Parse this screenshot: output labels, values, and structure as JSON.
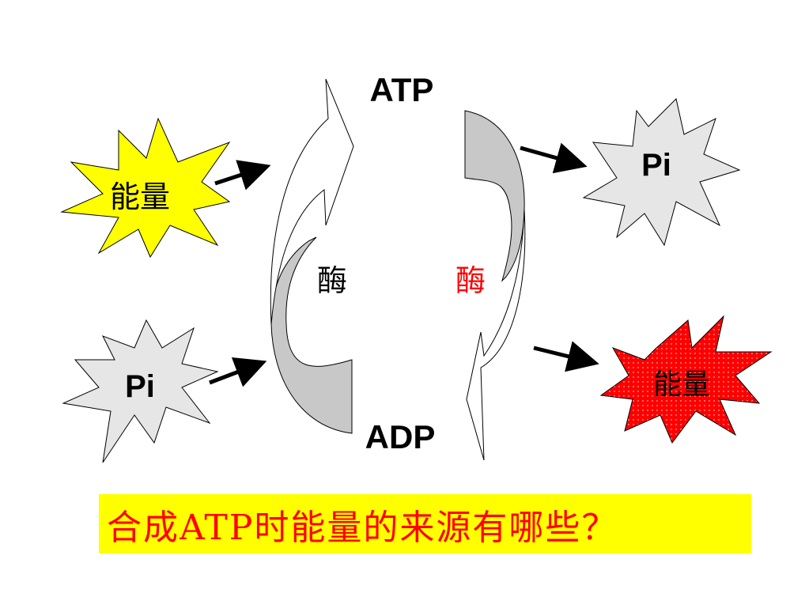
{
  "labels": {
    "atp": "ATP",
    "adp": "ADP",
    "enzyme_left": "酶",
    "enzyme_right": "酶",
    "energy_in": "能量",
    "pi_in": "Pi",
    "pi_out": "Pi",
    "energy_out": "能量"
  },
  "question": "合成ATP时能量的来源有哪些？",
  "colors": {
    "energy_in_fill": "#ffff00",
    "energy_out_fill": "#ff0000",
    "pi_fill": "#e6e6e6",
    "arrow_gray": "#c8c8c8",
    "enzyme_right_text": "#ff0000",
    "question_text": "#ff0000",
    "banner_bg": "#ffff00"
  }
}
